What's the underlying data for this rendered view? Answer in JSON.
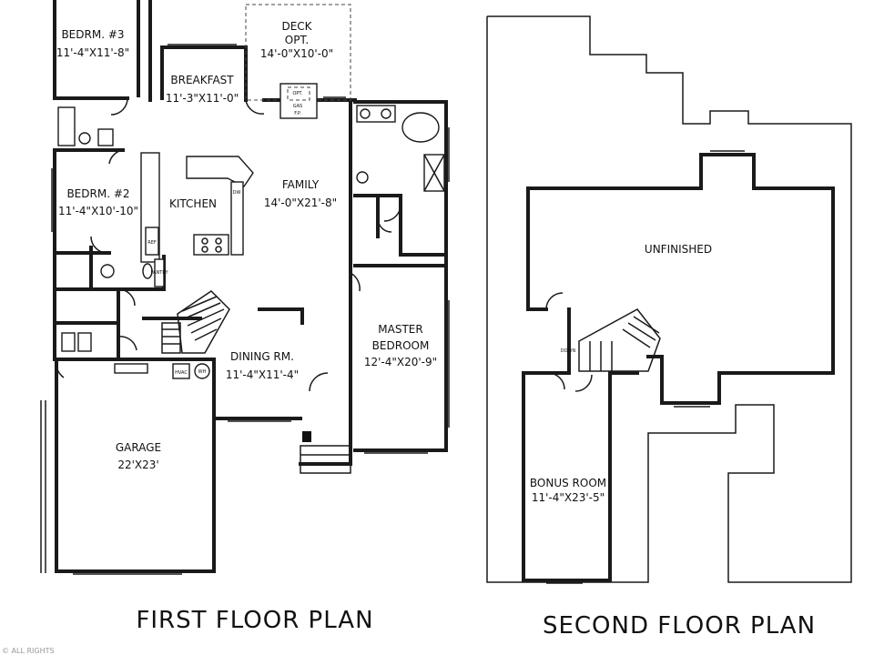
{
  "first_floor": {
    "title": "FIRST FLOOR PLAN",
    "rooms": {
      "bedroom3": {
        "name": "BEDRM. #3",
        "size": "11'-4\"X11'-8\""
      },
      "deck": {
        "name": "DECK",
        "note": "OPT.",
        "size": "14'-0\"X10'-0\""
      },
      "breakfast": {
        "name": "BREAKFAST",
        "size": "11'-3\"X11'-0\""
      },
      "family": {
        "name": "FAMILY",
        "size": "14'-0\"X21'-8\""
      },
      "bedroom2": {
        "name": "BEDRM. #2",
        "size": "11'-4\"X10'-10\""
      },
      "kitchen": {
        "name": "KITCHEN"
      },
      "master": {
        "name": "MASTER",
        "name2": "BEDROOM",
        "size": "12'-4\"X20'-9\""
      },
      "dining": {
        "name": "DINING RM.",
        "size": "11'-4\"X11'-4\""
      },
      "garage": {
        "name": "GARAGE",
        "size": "22'X23'"
      }
    },
    "fixture_labels": {
      "fireplace_opt": "OPT.",
      "fireplace_gas": "GAS",
      "fireplace_fp": "F.P.",
      "dw": "DW",
      "ref": "REF",
      "pantry": "PANTRY",
      "hvac": "HVAC",
      "wh": "WH"
    }
  },
  "second_floor": {
    "title": "SECOND FLOOR PLAN",
    "rooms": {
      "unfinished": {
        "name": "UNFINISHED"
      },
      "bonus": {
        "name": "BONUS ROOM",
        "size": "11'-4\"X23'-5\""
      }
    },
    "fixture_labels": {
      "down": "DOWN"
    }
  },
  "footer": {
    "watermark": "© ALL RIGHTS"
  }
}
